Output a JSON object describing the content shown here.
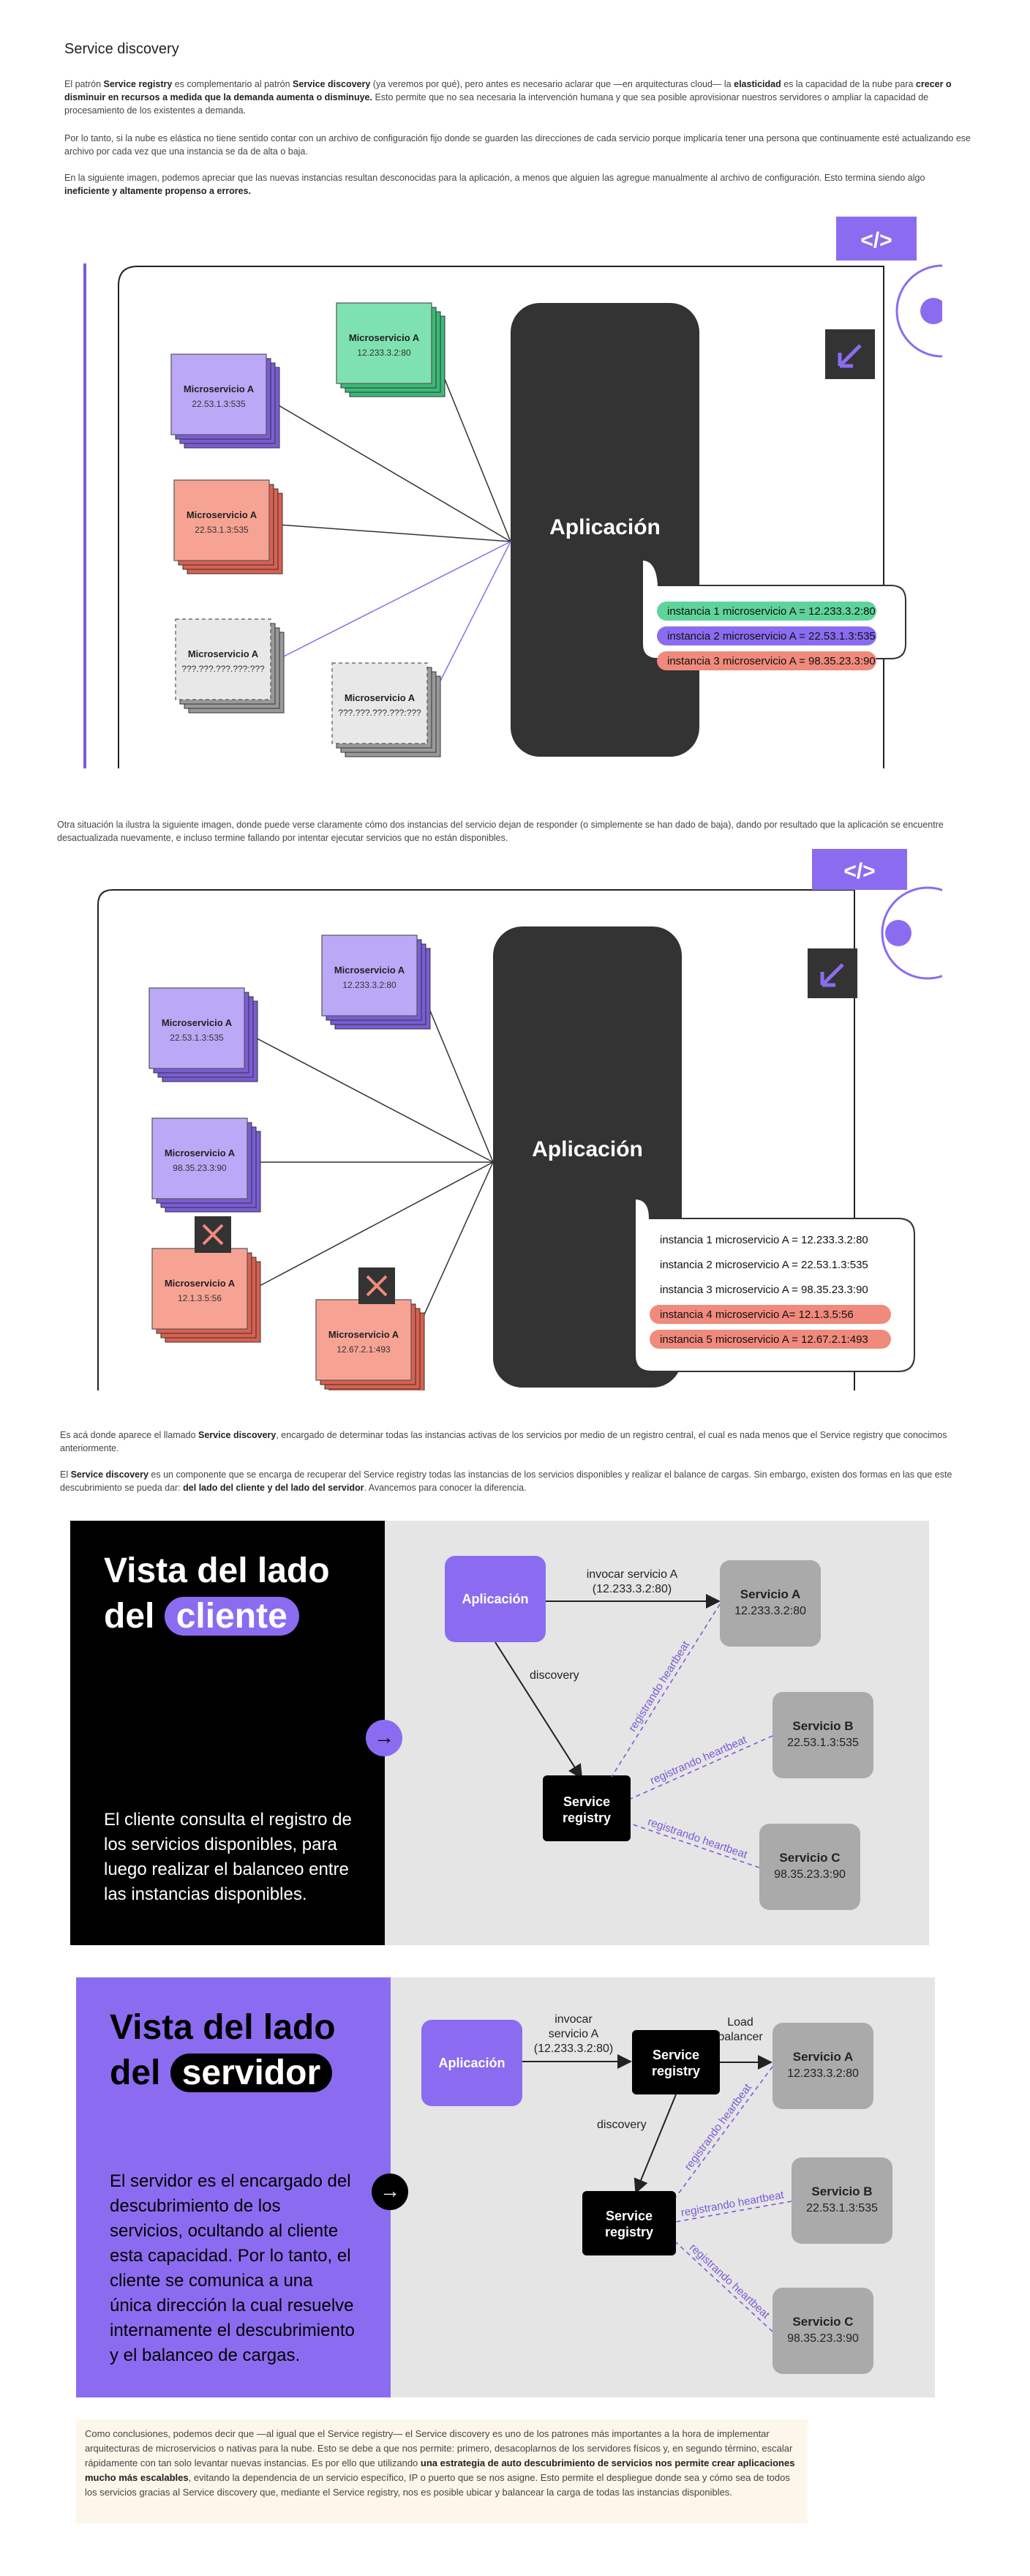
{
  "title": "Service discovery",
  "intro": {
    "p1": [
      {
        "t": "El patrón "
      },
      {
        "b": "Service registry"
      },
      {
        "t": " es complementario al patrón "
      },
      {
        "b": "Service discovery"
      },
      {
        "t": " (ya veremos por qué), pero antes es necesario aclarar que —en arquitecturas cloud— la "
      },
      {
        "b": "elasticidad"
      },
      {
        "t": " es la capacidad de la nube para "
      },
      {
        "b": "crecer o disminuir en recursos a medida que la demanda aumenta o disminuye."
      },
      {
        "t": " Esto permite que no sea necesaria la intervención humana y que sea posible aprovisionar nuestros servidores o ampliar la capacidad de procesamiento de los existentes a demanda."
      }
    ],
    "p2": [
      {
        "t": "Por lo tanto, si la nube es elástica no tiene sentido contar con un archivo de configuración fijo donde se guarden las direcciones de cada servicio porque implicaría tener una persona que continuamente esté actualizando ese archivo por cada vez que una instancia se da de alta o baja."
      }
    ],
    "p3": [
      {
        "t": "En la siguiente imagen, podemos apreciar que las nuevas instancias resultan desconocidas para la aplicación, a menos que alguien las agregue manualmente al archivo de configuración. Esto termina siendo algo "
      },
      {
        "b": "ineficiente y altamente propenso a errores."
      }
    ]
  },
  "diagram1": {
    "app_label": "Aplicación",
    "nodes": [
      {
        "title": "Microservicio A",
        "ip": "12.233.3.2:80",
        "kind": "green"
      },
      {
        "title": "Microservicio A",
        "ip": "22.53.1.3:535",
        "kind": "purple"
      },
      {
        "title": "Microservicio A",
        "ip": "22.53.1.3:535",
        "kind": "red"
      },
      {
        "title": "Microservicio A",
        "ip": "???.???.???.???:???",
        "kind": "gray"
      },
      {
        "title": "Microservicio A",
        "ip": "???.???.???.???:???",
        "kind": "gray"
      }
    ],
    "instances": [
      {
        "text": "instancia 1 microservicio A = 12.233.3.2:80",
        "color": "#5fd49a"
      },
      {
        "text": "instancia 2 microservicio A = 22.53.1.3:535",
        "color": "#8b6cf0"
      },
      {
        "text": "instancia 3 microservicio A = 98.35.23.3:90",
        "color": "#f08a7c"
      }
    ]
  },
  "mid_text": "Otra situación la ilustra la siguiente imagen, donde puede verse claramente cómo dos instancias del servicio dejan de responder (o simplemente se han dado de baja), dando por resultado que la aplicación se encuentre desactualizada nuevamente, e incluso termine fallando por intentar ejecutar servicios que no están disponibles.",
  "diagram2": {
    "app_label": "Aplicación",
    "nodes": [
      {
        "title": "Microservicio A",
        "ip": "12.233.3.2:80",
        "kind": "purple"
      },
      {
        "title": "Microservicio A",
        "ip": "22.53.1.3:535",
        "kind": "purple"
      },
      {
        "title": "Microservicio A",
        "ip": "98.35.23.3:90",
        "kind": "purple"
      },
      {
        "title": "Microservicio A",
        "ip": "12.1.3.5:56",
        "kind": "red"
      },
      {
        "title": "Microservicio A",
        "ip": "12.67.2.1:493",
        "kind": "red"
      }
    ],
    "instances": [
      {
        "text": "instancia 1 microservicio A = 12.233.3.2:80",
        "color": ""
      },
      {
        "text": "instancia 2 microservicio A = 22.53.1.3:535",
        "color": ""
      },
      {
        "text": "instancia 3 microservicio A = 98.35.23.3:90",
        "color": ""
      },
      {
        "text": "instancia 4 microservicio A= 12.1.3.5:56",
        "color": "#f08a7c"
      },
      {
        "text": "instancia 5 microservicio A = 12.67.2.1:493",
        "color": "#f08a7c"
      }
    ]
  },
  "text2": {
    "p1": [
      {
        "t": "Es acá donde aparece el llamado "
      },
      {
        "b": "Service discovery"
      },
      {
        "t": ", encargado de determinar todas las instancias activas de los servicios por medio de un registro central, el cual es nada menos que el Service registry que conocimos anteriormente."
      }
    ],
    "p2": [
      {
        "t": "El "
      },
      {
        "b": "Service discovery"
      },
      {
        "t": " es un componente que se encarga de recuperar del Service registry todas las instancias de los servicios disponibles y realizar el balance de cargas. Sin embargo, existen dos formas en las que este descubrimiento se pueda dar: "
      },
      {
        "b": "del lado del cliente y del lado del servidor"
      },
      {
        "t": ". Avancemos para conocer la diferencia."
      }
    ]
  },
  "client_card": {
    "title_line1": "Vista del lado",
    "title_line2": "del",
    "title_pill": "cliente",
    "description": "El cliente consulta el registro de los servicios disponibles, para luego realizar el balanceo entre las instancias disponibles.",
    "app": "Aplicación",
    "invoke_line1": "invocar servicio A",
    "invoke_line2": "(12.233.3.2:80)",
    "discovery": "discovery",
    "registry_line1": "Service",
    "registry_line2": "registry",
    "heartbeat": "registrando heartbeat",
    "services": [
      {
        "name": "Servicio A",
        "ip": "12.233.3.2:80"
      },
      {
        "name": "Servicio B",
        "ip": "22.53.1.3:535"
      },
      {
        "name": "Servicio C",
        "ip": "98.35.23.3:90"
      }
    ]
  },
  "server_card": {
    "title_line1": "Vista del lado",
    "title_line2": "del",
    "title_pill": "servidor",
    "description": "El servidor es el encargado del descubrimiento de los servicios, ocultando al cliente esta capacidad. Por lo tanto, el cliente se comunica a una única dirección la cual resuelve internamente el descubrimiento y el balanceo de cargas.",
    "app": "Aplicación",
    "invoke_line1": "invocar",
    "invoke_line2": "servicio A",
    "invoke_line3": "(12.233.3.2:80)",
    "load_line1": "Load",
    "load_line2": "balancer",
    "discovery": "discovery",
    "registry_line1": "Service",
    "registry_line2": "registry",
    "heartbeat": "registrando heartbeat",
    "services": [
      {
        "name": "Servicio A",
        "ip": "12.233.3.2:80"
      },
      {
        "name": "Servicio B",
        "ip": "22.53.1.3:535"
      },
      {
        "name": "Servicio C",
        "ip": "98.35.23.3:90"
      }
    ]
  },
  "conclusion": [
    {
      "t": "Como conclusiones, podemos decir que —al igual que el Service registry— el Service discovery es uno de los patrones más importantes a la hora de implementar arquitecturas de microservicios o nativas para la nube. Esto se debe a que nos permite: primero, desacoplarnos de los servidores físicos y, en segundo término, escalar rápidamente con tan solo levantar nuevas instancias. Es por ello que utilizando "
    },
    {
      "b": "una estrategia de auto descubrimiento de servicios nos permite crear aplicaciones mucho más escalables"
    },
    {
      "t": ", evitando la dependencia de un servicio específico, IP o puerto que se nos asigne. Esto permite el despliegue donde sea y cómo sea de todos los servicios gracias al Service discovery que, mediante el Service registry, nos es posible ubicar y balancear la carga de todas las instancias disponibles."
    }
  ],
  "colors": {
    "purple": "#8b6cf0",
    "green": "#5fd49a",
    "red": "#f08a7c",
    "gray": "#e2e2e2",
    "dark": "#333333",
    "cream": "#fdf6ea"
  }
}
